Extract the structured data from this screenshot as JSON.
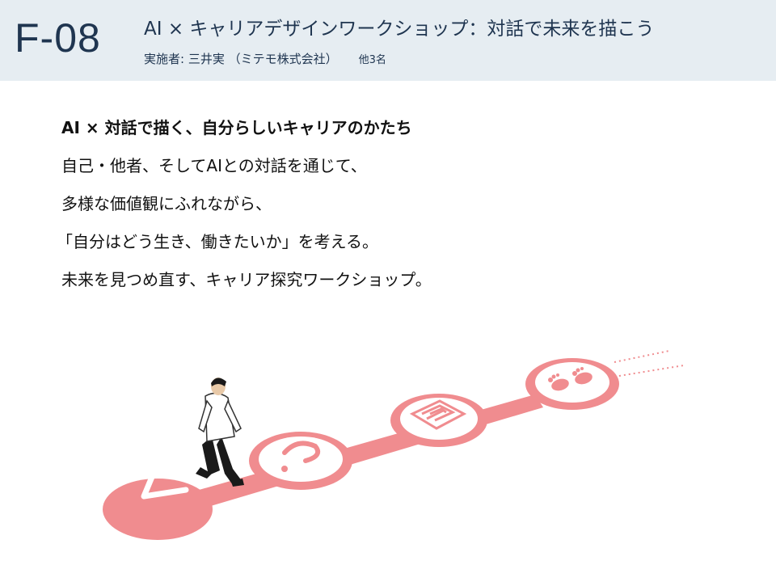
{
  "header": {
    "session_id": "F-08",
    "title": "AI × キャリアデザインワークショップ：対話で未来を描こう",
    "presenter": "実施者: 三井実 （ミテモ株式会社）",
    "others": "他3名"
  },
  "body": {
    "lines": [
      "AI × 対話で描く、自分らしいキャリアのかたち",
      "自己・他者、そしてAIとの対話を通じて、",
      "多様な価値観にふれながら、",
      "「自分はどう生き、働きたいか」を考える。",
      "未来を見つめ直す、キャリア探究ワークショップ。"
    ]
  },
  "illustration": {
    "stepping_stones": [
      "checkmark-icon",
      "question-mark-icon",
      "maze-icon",
      "footprints-icon"
    ],
    "colors": {
      "path": "#f08c8f",
      "stone_inner": "#ffffff",
      "header_bg": "#e6edf2",
      "header_text": "#1f3550"
    }
  }
}
